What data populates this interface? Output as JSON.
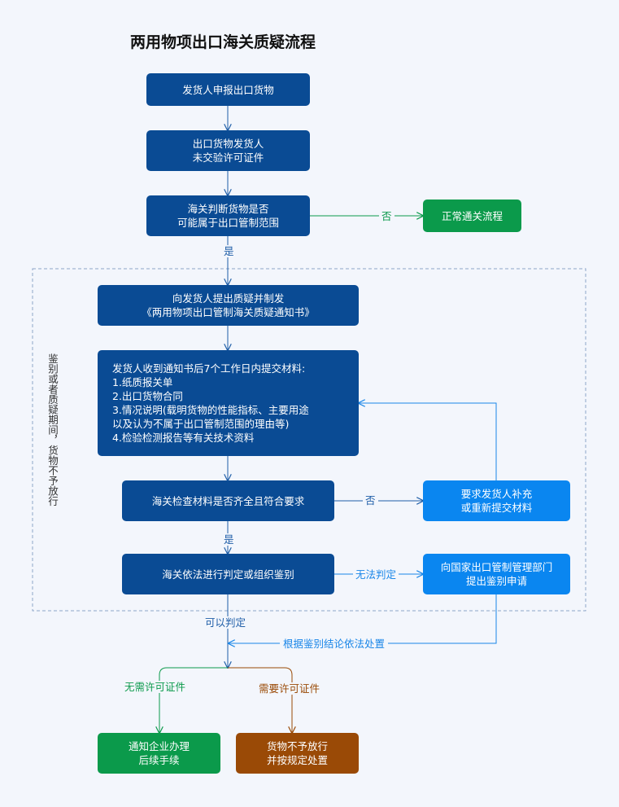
{
  "title": "两用物项出口海关质疑流程",
  "nodes": {
    "declare": "发货人申报出口货物",
    "no_license": "出口货物发货人\n未交验许可证件",
    "judge_scope": "海关判断货物是否\n可能属于出口管制范围",
    "normal_customs": "正常通关流程",
    "issue_notice": "向发货人提出质疑并制发\n《两用物项出口管制海关质疑通知书》",
    "submit_materials": "发货人收到通知书后7个工作日内提交材料:\n1.纸质报关单\n2.出口货物合同\n3.情况说明(载明货物的性能指标、主要用途\n以及认为不属于出口管制范围的理由等)\n4.检验检测报告等有关技术资料",
    "check_materials": "海关检查材料是否齐全且符合要求",
    "resubmit": "要求发货人补充\n或重新提交材料",
    "determine": "海关依法进行判定或组织鉴别",
    "apply_identification": "向国家出口管制管理部门\n提出鉴别申请",
    "notify_enterprise": "通知企业办理\n后续手续",
    "not_release": "货物不予放行\n并按规定处置"
  },
  "labels": {
    "no": "否",
    "yes": "是",
    "no2": "否",
    "yes2": "是",
    "cannot_determine": "无法判定",
    "can_determine": "可以判定",
    "by_conclusion": "根据鉴别结论依法处置",
    "no_license_needed": "无需许可证件",
    "license_needed": "需要许可证件"
  },
  "side_note": "鉴别或者质疑期间，货物不予放行",
  "colors": {
    "navy": "#0a4b94",
    "blue": "#0a86f0",
    "green": "#0b9a4b",
    "brown": "#9a4a06",
    "line_navy": "#1f5ea8",
    "line_green": "#0b9a4b",
    "line_brown": "#9a4a06",
    "line_blue": "#1a86e8",
    "dash_border": "#8da5c8"
  }
}
